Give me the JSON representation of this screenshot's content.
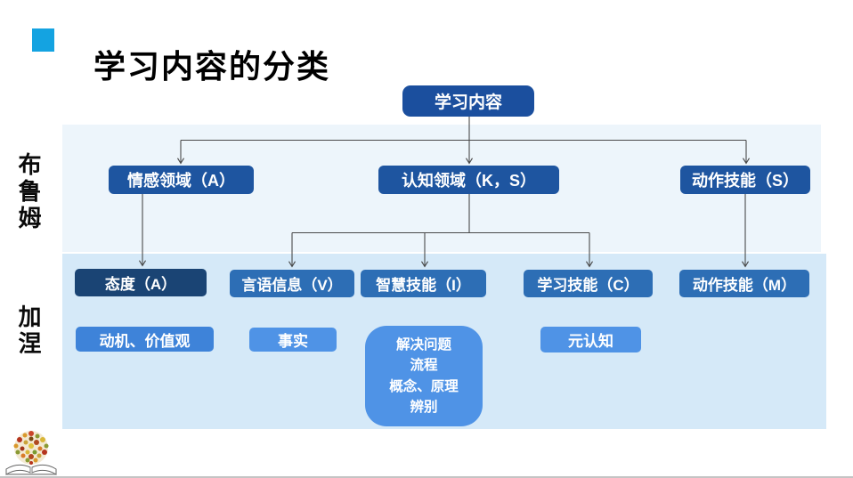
{
  "slide": {
    "title": "学习内容的分类"
  },
  "row_labels": [
    {
      "label": "布鲁姆"
    },
    {
      "label": "加涅"
    }
  ],
  "diagram": {
    "root": {
      "label": "学习内容"
    },
    "level2": [
      {
        "label": "情感领域（A）"
      },
      {
        "label": "认知领域（K，S）"
      },
      {
        "label": "动作技能（S）"
      }
    ],
    "level3": [
      {
        "label": "态度（A）"
      },
      {
        "label": "言语信息（V）"
      },
      {
        "label": "智慧技能（I）"
      },
      {
        "label": "学习技能（C）"
      },
      {
        "label": "动作技能（M）"
      }
    ],
    "level4": [
      {
        "label": "动机、价值观"
      },
      {
        "label": "事实"
      },
      {
        "label": "解决问题\n流程\n概念、原理\n辨别"
      },
      {
        "label": "元认知"
      }
    ]
  },
  "colors": {
    "accent": "#14a3e1",
    "node_root": "#1b4f9e",
    "node_level2": "#1e55a0",
    "node_attitude_navy": "#1a4474",
    "node_level3": "#2d6eb5",
    "node_motivation": "#3e83d9",
    "node_level4_light": "#4f93e6",
    "band_upper": "#edf5fb",
    "band_lower": "#d5e9f8",
    "connector": "#4a4a4a"
  },
  "icons": {
    "accent_square": "title-accent-square",
    "logo": "flower-ball-open-book-logo"
  }
}
